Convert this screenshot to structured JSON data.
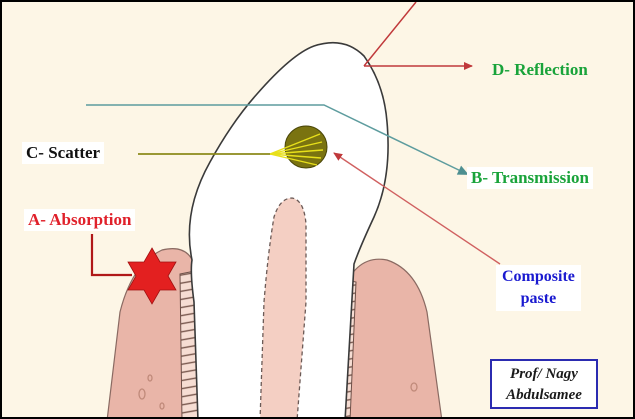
{
  "labels": {
    "reflection": "D- Reflection",
    "transmission": "B- Transmission",
    "scatter": "C- Scatter",
    "absorption": "A- Absorption",
    "composite_line1": "Composite",
    "composite_line2": "paste"
  },
  "author": {
    "line1": "Prof/ Nagy",
    "line2": "Abdulsamee"
  },
  "colors": {
    "background": "#fdf6e6",
    "gum": "#e9b5a8",
    "tooth": "#ffffff",
    "composite": "#7a7310",
    "reflection_arrow": "#c0393b",
    "transmission_arrow": "#5d9c9e",
    "scatter_line": "#8c8a1a",
    "absorption_star": "#e32020",
    "green_text": "#19a33a",
    "red_text": "#e0202a",
    "blue_text": "#1a1ad0"
  }
}
